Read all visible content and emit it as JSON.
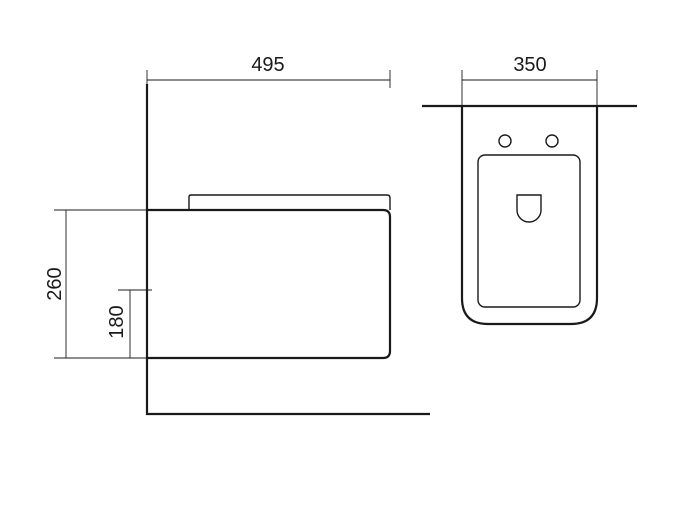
{
  "dimensions": {
    "side_length": "495",
    "front_width": "350",
    "side_height": "260",
    "outlet_height": "180"
  },
  "colors": {
    "line": "#1a1a1a",
    "background": "#ffffff"
  }
}
